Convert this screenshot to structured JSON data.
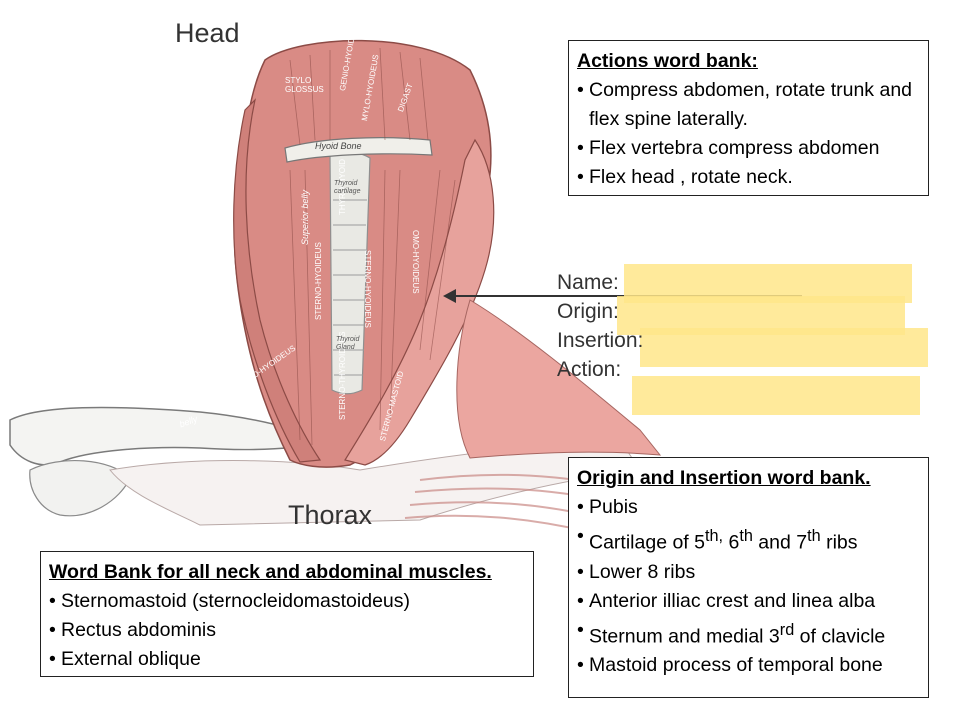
{
  "figure": {
    "head_label": "Head",
    "thorax_label": "Thorax",
    "muscle_labels": {
      "stylo_glossus": "STYLO GLOSSUS",
      "genio_hyoideus": "GENIO-HYOIDEUS",
      "mylo_hyoideus": "MYLO-HYOIDEUS",
      "digastric": "DIGAST",
      "hyoid_bone": "Hyoid Bone",
      "thyro_hyoid": "THYRO-HYOID",
      "sterno_hyoideus_left": "STERNO-HYOIDEUS",
      "sterno_hyoideus_right": "STERNO-HYOIDEUS",
      "omo_hyoideus": "OMO-HYOIDEUS",
      "superior_belly": "Superior belly",
      "sterno_thyroideus": "STERNO-THYROIDEUS",
      "thyroid_cartilage": "Thyroid cartilage",
      "thyroid_gland": "Thyroid Gland",
      "sterno_mastoid": "STERNO-MASTOID",
      "belly": "belly",
      "omo_hyoideus_lower": "OMO-HYOIDEUS"
    },
    "highlight_color": "#ffe68a",
    "muscle_color": "#d98b85"
  },
  "form": {
    "name_label": "Name:",
    "origin_label": "Origin:",
    "insertion_label": "Insertion:",
    "action_label": "Action:"
  },
  "actions_bank": {
    "title": "Actions word bank:",
    "items": [
      "Compress abdomen, rotate trunk and flex spine laterally.",
      "Flex vertebra compress abdomen",
      "Flex head , rotate neck."
    ]
  },
  "origin_insertion_bank": {
    "title": "Origin and Insertion word bank.",
    "items": [
      {
        "text": "Pubis"
      },
      {
        "pre": "Cartilage of 5",
        "sup1": "th,",
        "mid1": " 6",
        "sup2": "th",
        "mid2": " and 7",
        "sup3": "th",
        "post": " ribs"
      },
      {
        "text": "Lower 8 ribs"
      },
      {
        "text": "Anterior illiac crest and linea alba"
      },
      {
        "pre": "Sternum and medial 3",
        "sup1": "rd",
        "post": " of clavicle"
      },
      {
        "text": "Mastoid process of temporal bone"
      }
    ]
  },
  "muscle_bank": {
    "title": "Word Bank for all neck and abdominal muscles.",
    "items": [
      "Sternomastoid (sternocleidomastoideus)",
      "Rectus abdominis",
      "External oblique"
    ]
  }
}
